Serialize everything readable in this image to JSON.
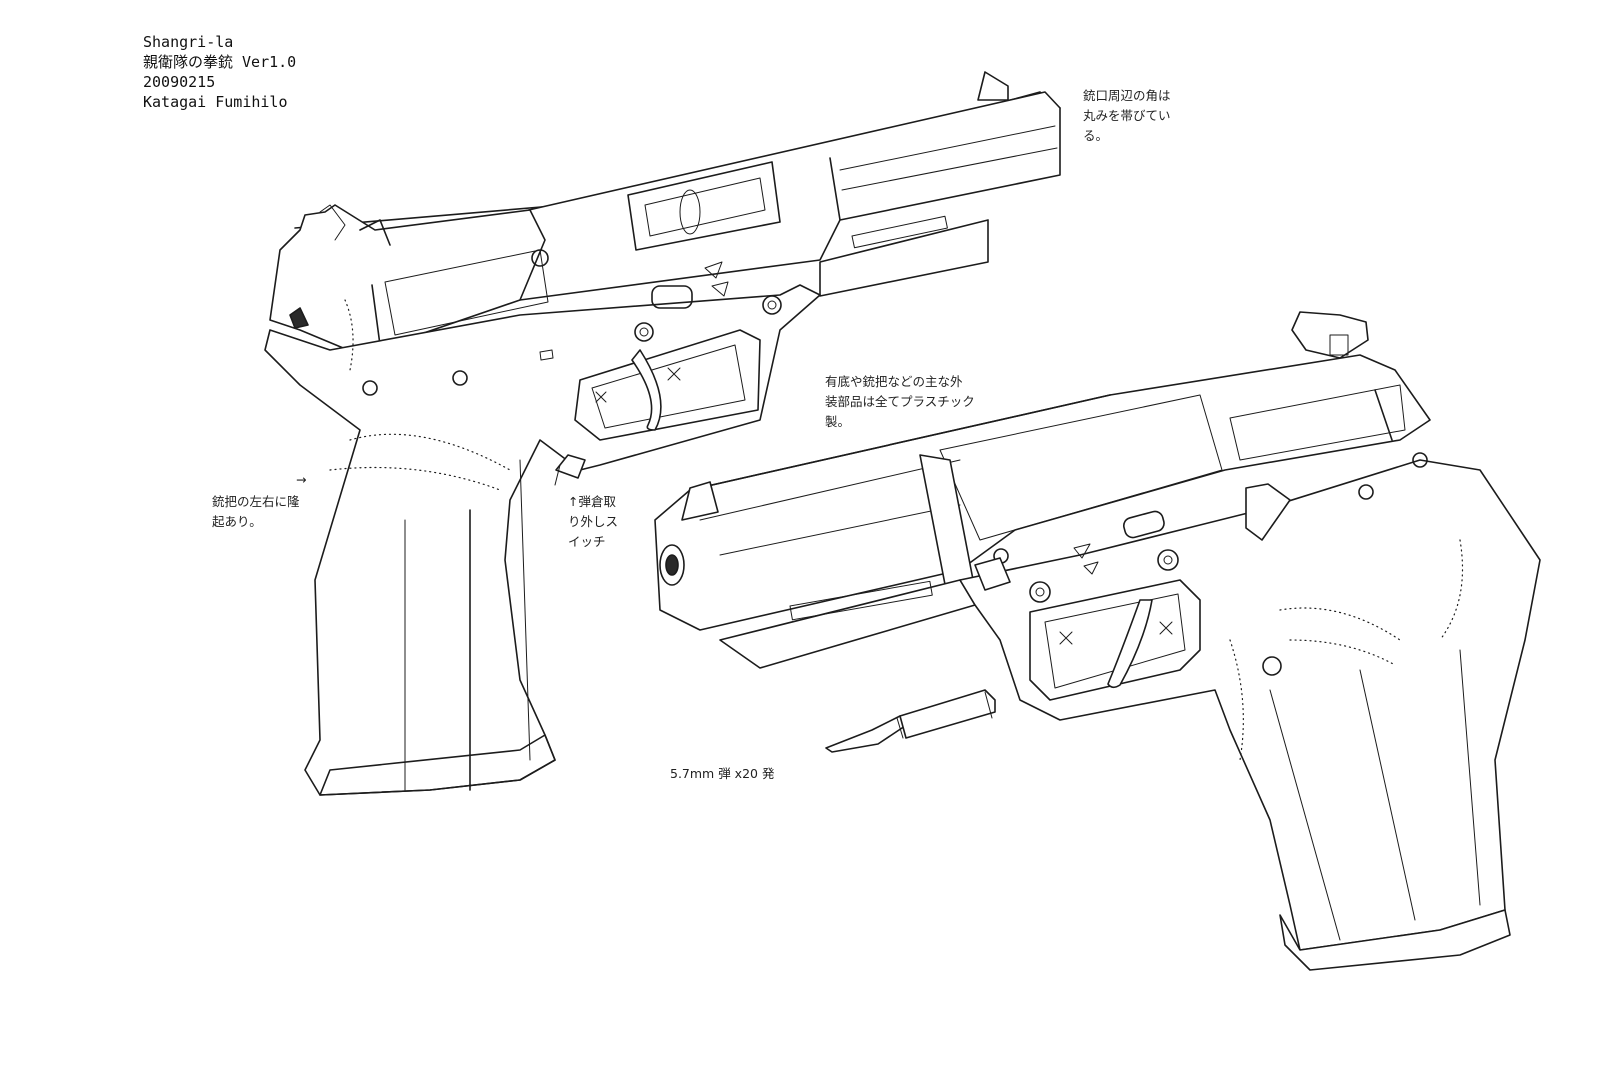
{
  "header": {
    "line1": "Shangri-la",
    "line2": "親衛隊の拳銃 Ver1.0",
    "line3": "20090215",
    "line4": "Katagai Fumihilo"
  },
  "notes": {
    "muzzle": [
      "銃口周辺の角は",
      "丸みを帯びてい",
      "る。"
    ],
    "plastic": [
      "有底や銃把などの主な外",
      "装部品は全てプラスチック",
      "製。"
    ],
    "grip_arrow": "→",
    "grip": [
      "銃把の左右に隆",
      "起あり。"
    ],
    "mag_release": [
      "↑弾倉取",
      "り外しス",
      "イッチ"
    ],
    "ammo": "5.7mm 弾 x20 発"
  }
}
